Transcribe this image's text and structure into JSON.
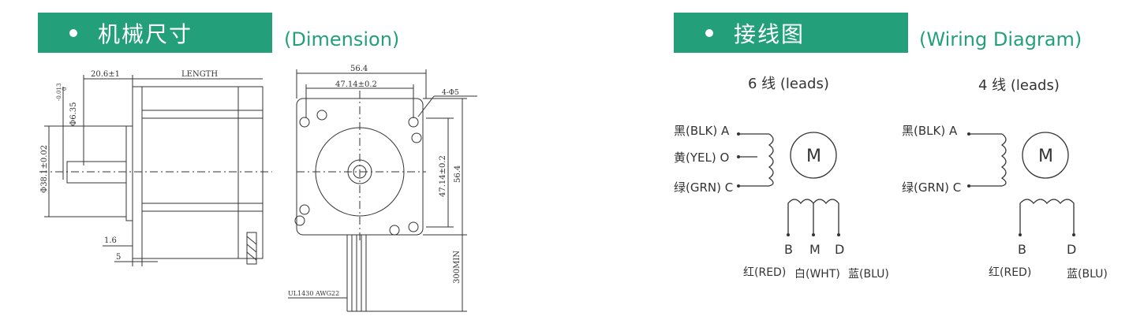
{
  "left": {
    "title_cn": "机械尺寸",
    "title_en": "(Dimension)",
    "dims": {
      "shaft_len": "20.6±1",
      "length": "LENGTH",
      "shaft_dia": "Φ6.35",
      "shaft_tol_top": "0",
      "shaft_tol_bot": "-0.013",
      "pilot_dia": "Φ38.1±0.02",
      "flange": "1.6",
      "pilot_h": "5",
      "width_total": "56.4",
      "hole_spacing": "47.14±0.2",
      "holes": "4-Φ5",
      "hole_spacing_v": "47.14±0.2",
      "height_total": "56.4",
      "lead_len": "300MIN",
      "cable": "UL1430 AWG22"
    }
  },
  "right": {
    "title_cn": "接线图",
    "title_en": "(Wiring Diagram)",
    "six": {
      "heading": "6 线 (leads)",
      "motor": "M",
      "a": "黑(BLK)  A",
      "o": "黄(YEL)  O",
      "c": "绿(GRN)  C",
      "b_letter": "B",
      "m_letter": "M",
      "d_letter": "D",
      "b_color": "红(RED)",
      "m_color": "白(WHT)",
      "d_color": "蓝(BLU)"
    },
    "four": {
      "heading": "4 线 (leads)",
      "motor": "M",
      "a": "黑(BLK)  A",
      "c": "绿(GRN)  C",
      "b_letter": "B",
      "d_letter": "D",
      "b_color": "红(RED)",
      "d_color": "蓝(BLU)"
    }
  },
  "colors": {
    "accent": "#23a07a"
  }
}
